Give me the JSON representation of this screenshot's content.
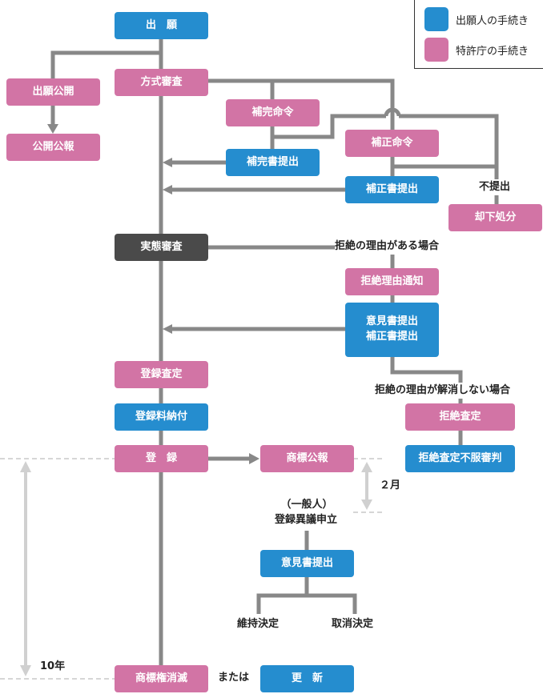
{
  "legend": {
    "items": [
      {
        "label": "出願人の手続き",
        "color": "#258dcf"
      },
      {
        "label": "特許庁の手続き",
        "color": "#d274a5"
      }
    ]
  },
  "colors": {
    "applicant": "#258dcf",
    "office": "#d274a5",
    "exam": "#4a4a4a",
    "line": "#888888",
    "period": "#d0d0d0"
  },
  "nodes": {
    "application": "出　願",
    "publication_of_application": "出願公開",
    "publication_gazette": "公開公報",
    "formality_exam": "方式審査",
    "completion_order": "補完命令",
    "completion_submission": "補完書提出",
    "amendment_order": "補正命令",
    "amendment_submission": "補正書提出",
    "dismissal": "却下処分",
    "substantive_exam": "実態審査",
    "refusal_notice": "拒絶理由通知",
    "opinion_amendment_line1": "意見書提出",
    "opinion_amendment_line2": "補正書提出",
    "registration_decision": "登録査定",
    "registration_fee": "登録料納付",
    "registration": "登　録",
    "trademark_gazette": "商標公報",
    "refusal_decision": "拒絶査定",
    "appeal": "拒絶査定不服審判",
    "opinion_submission": "意見書提出",
    "trademark_extinction": "商標権消滅",
    "renewal": "更　新"
  },
  "labels": {
    "not_submitted": "不提出",
    "if_refusal_reason": "拒絶の理由がある場合",
    "if_not_resolved": "拒絶の理由が解消しない場合",
    "two_months": "２月",
    "opposition_line1": "（一般人）",
    "opposition_line2": "登録異議申立",
    "maintain_decision": "維持決定",
    "cancel_decision": "取消決定",
    "ten_years": "10年",
    "or": "または"
  }
}
